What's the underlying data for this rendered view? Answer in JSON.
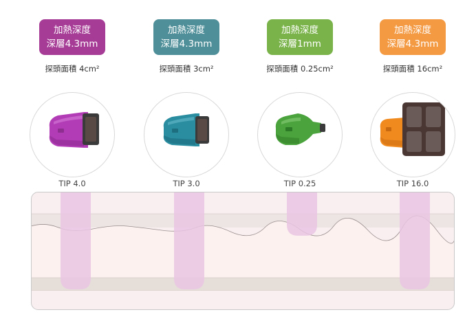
{
  "tips": [
    {
      "badge_line1": "加熱深度",
      "badge_line2": "深層4.3mm",
      "area": "探頭面積 4cm²",
      "label": "TIP 4.0",
      "color": "#a63c96",
      "device_color": "#b23cb5"
    },
    {
      "badge_line1": "加熱深度",
      "badge_line2": "深層4.3mm",
      "area": "探頭面積 3cm²",
      "label": "TIP 3.0",
      "color": "#4f8f99",
      "device_color": "#2a8da0"
    },
    {
      "badge_line1": "加熱深度",
      "badge_line2": "深層1mm",
      "area": "探頭面積 0.25cm²",
      "label": "TIP 0.25",
      "color": "#7ab34a",
      "device_color": "#4aa33c"
    },
    {
      "badge_line1": "加熱深度",
      "badge_line2": "深層4.3mm",
      "area": "探頭面積 16cm²",
      "label": "TIP 16.0",
      "color": "#f39a43",
      "device_color": "#f08a1f"
    }
  ],
  "diagram": {
    "beam_color": "#e9c4e3",
    "skin_top_color": "#f9eef0",
    "layer_color": "#ede4e4",
    "dermis_color": "#fcf1ee",
    "fat_band_color": "#e6dfd9",
    "beam_depths": [
      1.0,
      1.0,
      0.45,
      1.0
    ]
  }
}
